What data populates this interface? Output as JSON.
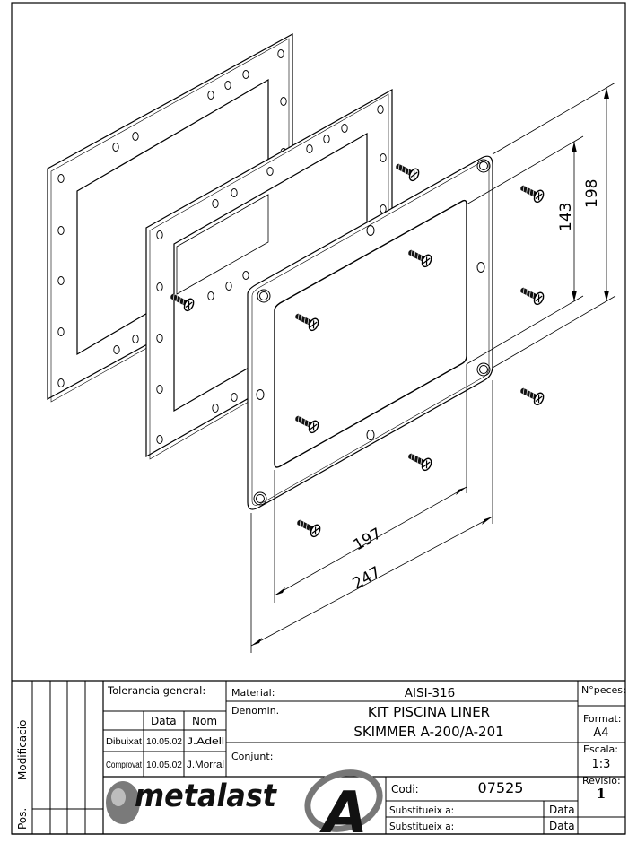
{
  "dimensions": {
    "width_197": "197",
    "width_247": "247",
    "height_143": "143",
    "height_198": "198"
  },
  "title_block": {
    "left_margin": {
      "modificacio": "Modificacio",
      "pos": "Pos."
    },
    "tolerance": {
      "label": "Tolerancia general:"
    },
    "header": {
      "data": "Data",
      "nom": "Nom"
    },
    "rows": [
      {
        "role": "Dibuixat",
        "date": "10.05.02",
        "name": "J.Adell"
      },
      {
        "role": "Comprovat",
        "date": "10.05.02",
        "name": "J.Morral"
      }
    ],
    "material": {
      "label": "Material:",
      "value": "AISI-316"
    },
    "denomination": {
      "label": "Denomin.",
      "line1": "KIT PISCINA LINER",
      "line2": "SKIMMER A-200/A-201"
    },
    "conjunt": {
      "label": "Conjunt:"
    },
    "pieces": {
      "label": "N°peces:",
      "value": ""
    },
    "format": {
      "label": "Format:",
      "value": "A4"
    },
    "scale": {
      "label": "Escala:",
      "value": "1:3"
    },
    "revision": {
      "label": "Revisio:",
      "value": "1"
    },
    "code": {
      "label": "Codi:",
      "value": "07525"
    },
    "substitutes": [
      {
        "label": "Substitueix a:",
        "data_label": "Data"
      },
      {
        "label": "Substitueix a:",
        "data_label": "Data"
      }
    ],
    "logo": {
      "text": "metalast",
      "letter": "A"
    }
  }
}
